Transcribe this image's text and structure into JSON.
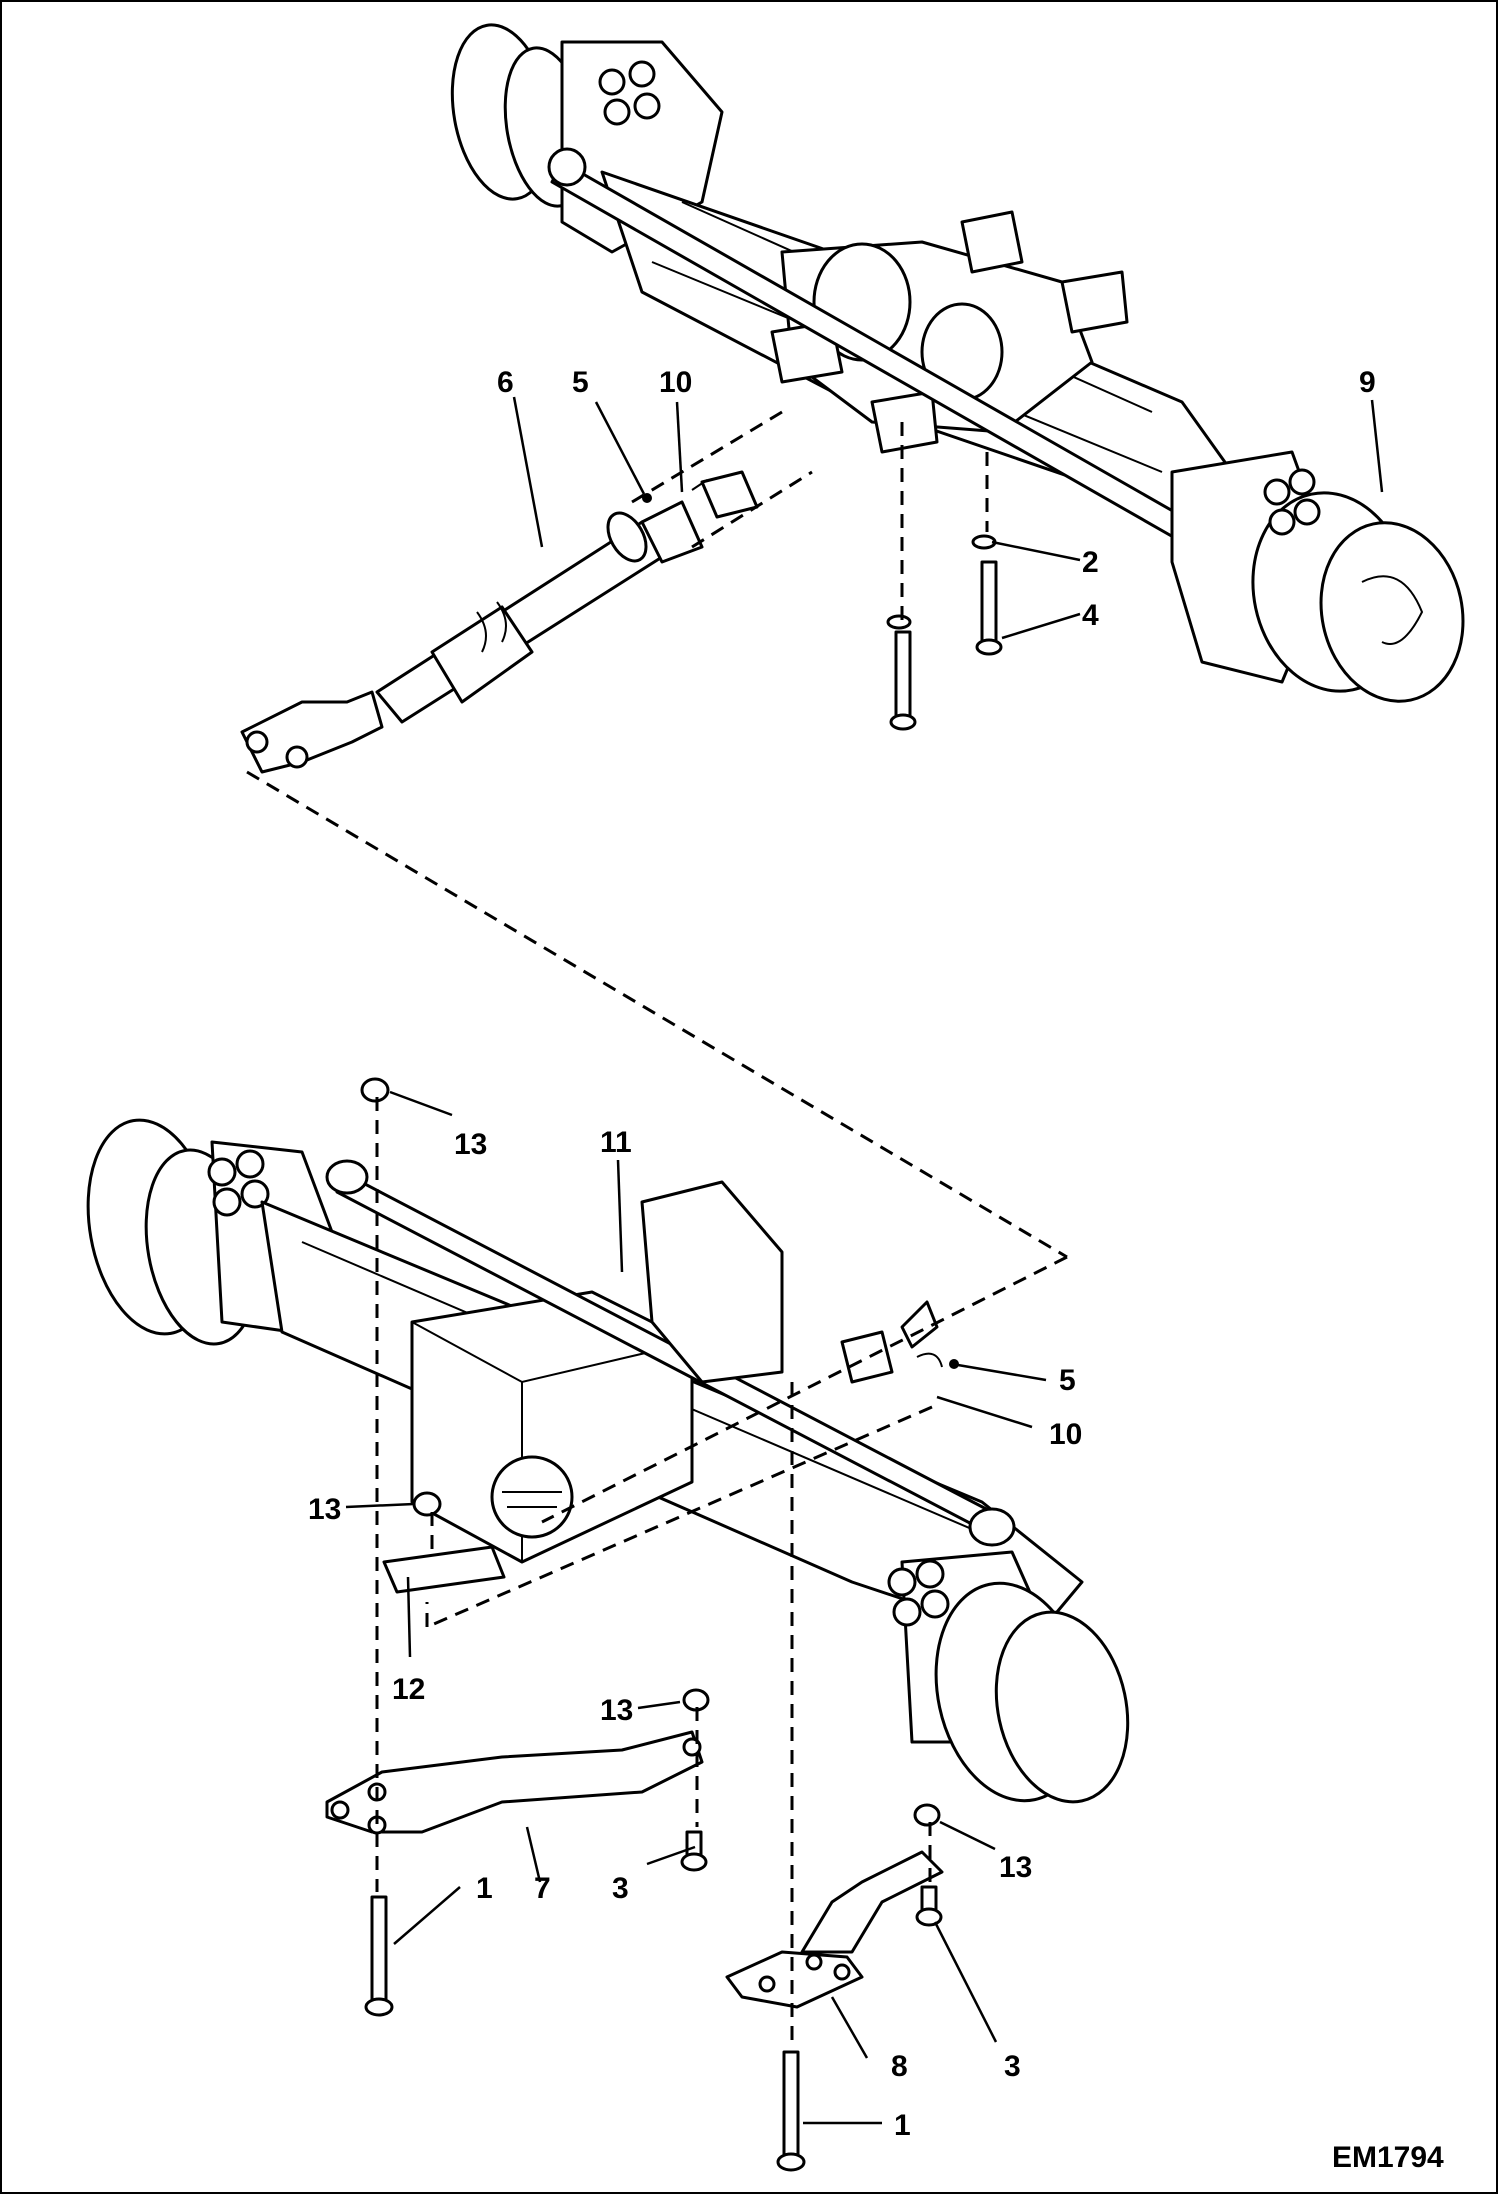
{
  "diagram": {
    "document_id": "EM1794",
    "callouts": {
      "c1a": "1",
      "c1b": "1",
      "c2": "2",
      "c3a": "3",
      "c3b": "3",
      "c4": "4",
      "c5a": "5",
      "c5b": "5",
      "c6": "6",
      "c7": "7",
      "c8": "8",
      "c9": "9",
      "c10a": "10",
      "c10b": "10",
      "c11": "11",
      "c12": "12",
      "c13a": "13",
      "c13b": "13",
      "c13c": "13",
      "c13d": "13"
    }
  }
}
